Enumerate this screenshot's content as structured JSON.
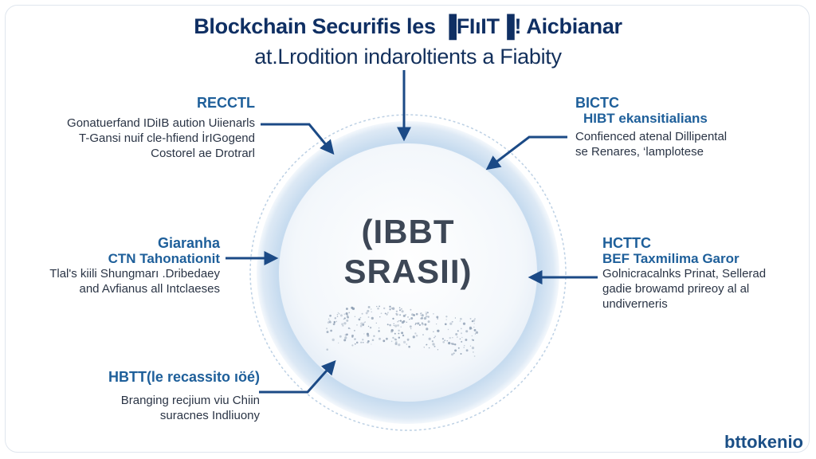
{
  "title": {
    "line1": "Blockchain Securifis les ▐FIıIT▐! Aicbianar",
    "line2": "at.Lrodition indaroltients a Fiabity"
  },
  "center": {
    "line1": "(IBBT",
    "line2": "SRASII)"
  },
  "blocks": {
    "top_left": {
      "heading": "RECCTL",
      "lines": [
        "Gonatuerfand IDiIB aution Uiienarls",
        "T-Gansi nuif cle-hfiend İrIGogend",
        "Costorel ae Drotrarl"
      ]
    },
    "top_right": {
      "heading": "BICTC",
      "subheading": "HIBT ekansitialians",
      "lines": [
        "Confienced atenal Dillipental",
        "se Renares, ‘lamplotese"
      ]
    },
    "mid_left": {
      "heading": "Giaranha",
      "subheading": "CTN Tahonationit",
      "lines": [
        "Tlal's kiili Shungmarı .Dribedaey",
        "and Avfianus all Intclaeses"
      ]
    },
    "mid_right": {
      "heading": "HCTTC",
      "subheading": "BEF Taxmilima Garor",
      "lines": [
        "Golnicracalnks Prinat, Sellerad",
        "gadie browamd prireoy al al",
        "undiverneris"
      ]
    },
    "bottom_left": {
      "heading": "HBTT(le recassito ıöé)",
      "lines": [
        "Branging recjium viu Chiin",
        "suracnes Indliuony"
      ]
    }
  },
  "brand": "bttokenio",
  "colors": {
    "title": "#0f2f63",
    "accent": "#1e5f9a",
    "arrow": "#1b4a86",
    "ring": "#c9dcef"
  }
}
